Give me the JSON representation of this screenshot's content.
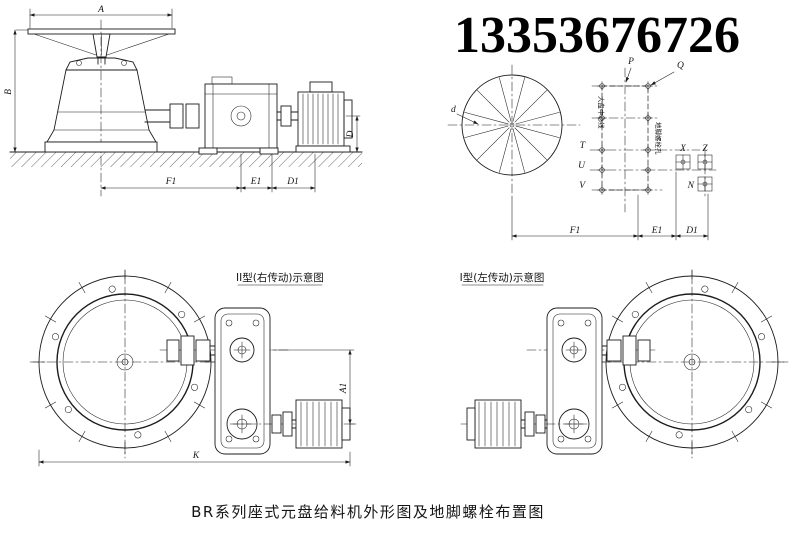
{
  "header": {
    "phone_number": "13353676726"
  },
  "side_view": {
    "dim_a": "A",
    "dim_b": "B",
    "dim_d": "D",
    "dim_f1": "F1",
    "dim_e1": "E1",
    "dim_d1": "D1"
  },
  "bolt_layout": {
    "dim_d": "d",
    "dim_p": "P",
    "dim_q": "Q",
    "label_t": "T",
    "label_u": "U",
    "label_v": "V",
    "label_x": "X",
    "label_z": "Z",
    "label_n": "N",
    "centerline_label": "大盘中心线",
    "bolt_hole_label": "地脚螺栓孔",
    "dim_f1": "F1",
    "dim_e1": "E1",
    "dim_d1": "D1"
  },
  "plan_views": {
    "right_drive_title": "II型(右传动)示意图",
    "left_drive_title": "I型(左传动)示意图",
    "dim_k": "K",
    "dim_a1": "A1"
  },
  "caption": "BR系列座式元盘给料机外形图及地脚螺栓布置图"
}
